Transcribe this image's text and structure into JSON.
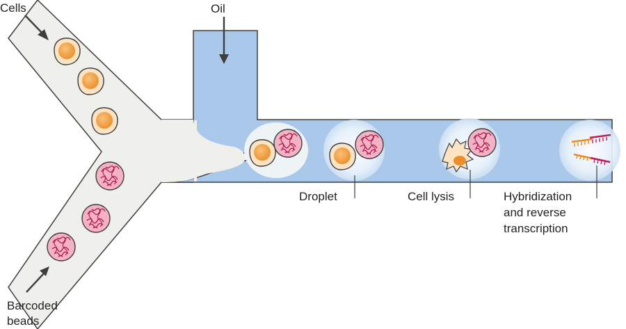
{
  "labels": {
    "cells": "Cells",
    "oil": "Oil",
    "barcoded_beads": [
      "Barcoded",
      "beads"
    ],
    "droplet": "Droplet",
    "cell_lysis": "Cell lysis",
    "hybridization": [
      "Hybridization",
      "and reverse",
      "transcription"
    ]
  },
  "colors": {
    "channel_fill": "#efefeb",
    "channel_stroke": "#3d3d3d",
    "oil_fill": "#a9c8ea",
    "droplet_fill": "#e6f0fa",
    "cell_fill": "#f2a03e",
    "cell_nucleus": "#f7b868",
    "bead_fill": "#f4b3c4",
    "bead_stroke": "#b0174f",
    "cdna_orange": "#f08a1c",
    "cdna_magenta": "#c2185b"
  }
}
